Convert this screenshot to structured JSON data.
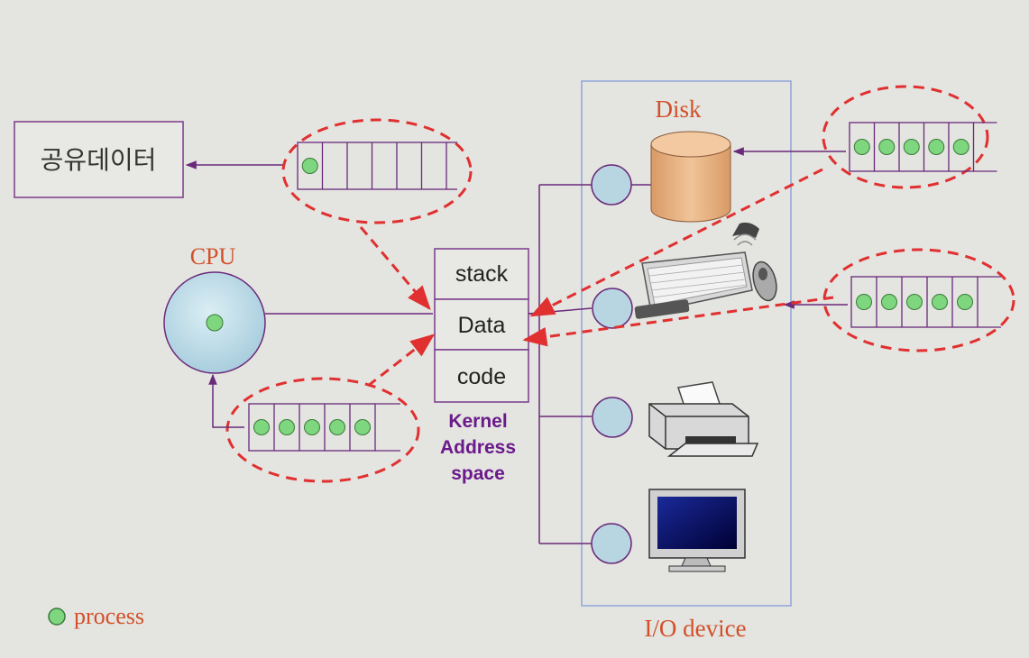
{
  "shared_data": {
    "label": "공유데이터"
  },
  "cpu": {
    "label": "CPU"
  },
  "kernel": {
    "segments": [
      "stack",
      "Data",
      "code"
    ],
    "caption": [
      "Kernel",
      "Address",
      "space"
    ]
  },
  "io": {
    "disk_label": "Disk",
    "device_label": "I/O device"
  },
  "queues": {
    "shared": {
      "slots": 6,
      "processes": 1
    },
    "cpu_ready": {
      "slots": 5,
      "processes": 5
    },
    "disk": {
      "slots": 5,
      "processes": 5
    },
    "keyboard": {
      "slots": 5,
      "processes": 5
    }
  },
  "legend": {
    "label": "process"
  },
  "colors": {
    "dashed_red": "#e03030",
    "purple_line": "#6a2a7a",
    "title_red": "#d2502a",
    "process_green": "#7ed67e",
    "io_circle": "#b8d6e2",
    "disk_orange": "#e6b080",
    "kernel_text": "#6a1a8a"
  }
}
